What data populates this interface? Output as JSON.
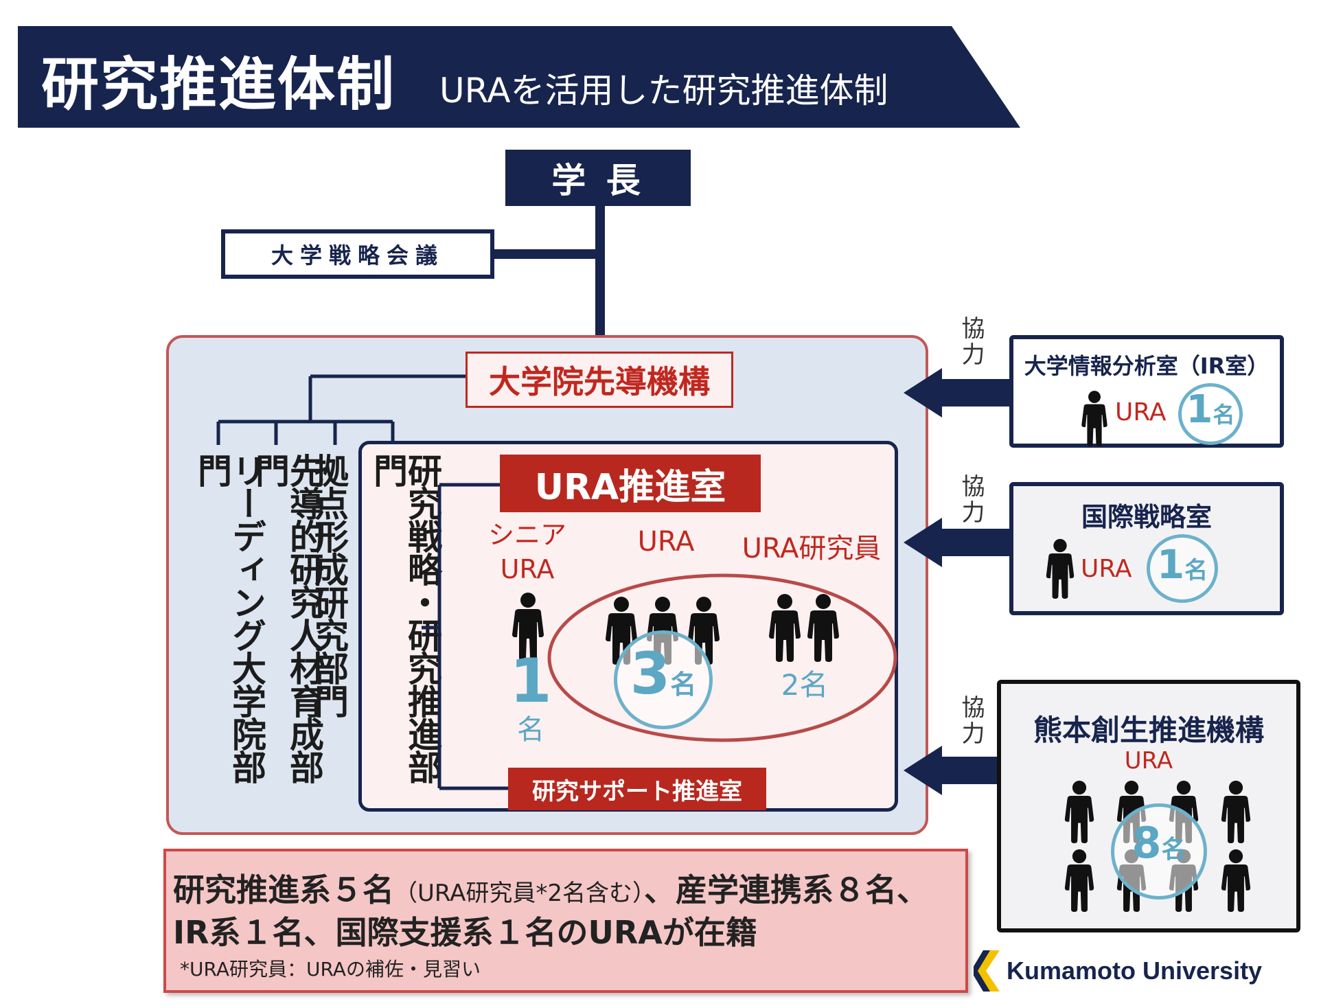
{
  "header": {
    "title": "研究推進体制",
    "subtitle": "URAを活用した研究推進体制"
  },
  "president": "学 長",
  "council": "大学戦略会議",
  "institute": {
    "name": "大学院先導機構",
    "departments": [
      "リーディング大学院部門",
      "先導的研究人材育成部門",
      "拠点形成研究部門",
      "研究戦略・研究推進部門"
    ]
  },
  "ura_office": {
    "title": "URA推進室",
    "senior_label": "シニア URA",
    "senior_count_num": "1",
    "senior_count_unit": "名",
    "ura_label": "URA",
    "ura_count_num": "3",
    "ura_count_unit": "名",
    "researcher_label": "URA研究員",
    "researcher_count": "2名",
    "support_office": "研究サポート推進室"
  },
  "cooperation_label": "協力",
  "side_units": [
    {
      "name": "大学情報分析室（IR室）",
      "role": "URA",
      "count_num": "1",
      "count_unit": "名"
    },
    {
      "name": "国際戦略室",
      "role": "URA",
      "count_num": "1",
      "count_unit": "名"
    },
    {
      "name": "熊本創生推進機構",
      "role": "URA",
      "count_num": "8",
      "count_unit": "名"
    }
  ],
  "summary": {
    "line1_a": "研究推進系５名",
    "line1_b": "（URA研究員*2名含む）",
    "line1_c": "、産学連携系８名、",
    "line2": "IR系１名、国際支援系１名のURAが在籍",
    "note": "*URA研究員：URAの補佐・見習い"
  },
  "logo_text": "Kumamoto University",
  "colors": {
    "navy": "#17244d",
    "red": "#c0281f",
    "teal": "#5ba7c4",
    "light_blue_bg": "#dde5f0",
    "pink_bg": "#fcf0f0",
    "summary_bg": "#f5c6c6"
  }
}
